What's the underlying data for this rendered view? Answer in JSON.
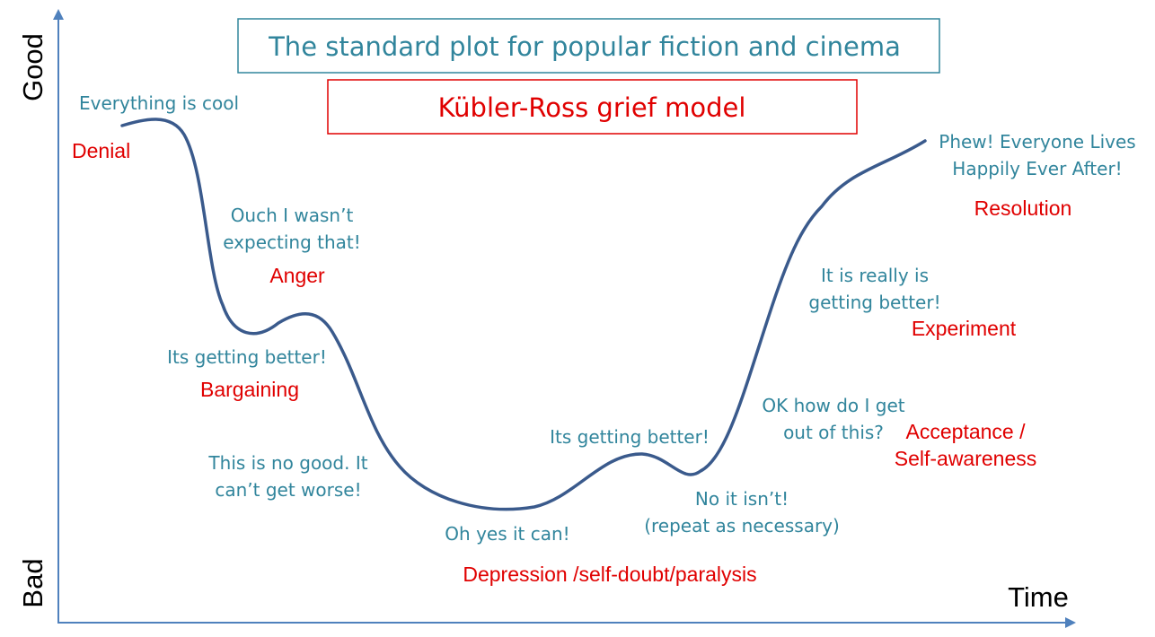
{
  "titles": {
    "main": "The standard plot for popular fiction and cinema",
    "sub": "Kübler-Ross grief model"
  },
  "axes": {
    "y_top": "Good",
    "y_bottom": "Bad",
    "x_label": "Time"
  },
  "plot_annotations": {
    "cool": "Everything is cool",
    "ouch_1": "Ouch I wasn’t",
    "ouch_2": "expecting that!",
    "better_1": "Its getting better!",
    "no_good_1": "This is no good. It",
    "no_good_2": "can’t get worse!",
    "oh_yes": "Oh yes it can!",
    "better_2": "Its getting better!",
    "no_isnt_1": "No it isn’t!",
    "no_isnt_2": "(repeat as necessary)",
    "ok_how_1": "OK how do I get",
    "ok_how_2": "out of this?",
    "really_1": "It is really is",
    "really_2": "getting better!",
    "phew_1": "Phew! Everyone Lives",
    "phew_2": "Happily Ever After!"
  },
  "grief_stages": {
    "denial": "Denial",
    "anger": "Anger",
    "bargaining": "Bargaining",
    "depression": "Depression /self-doubt/paralysis",
    "acceptance_1": "Acceptance /",
    "acceptance_2": "Self-awareness",
    "experiment": "Experiment",
    "resolution": "Resolution"
  },
  "colors": {
    "curve": "#3A5A8C",
    "axis": "#4F81BD",
    "plot_text": "#31859C",
    "stage_text": "#E00000",
    "title_box_border": "#31859C",
    "subtitle_box_border": "#E00000"
  }
}
